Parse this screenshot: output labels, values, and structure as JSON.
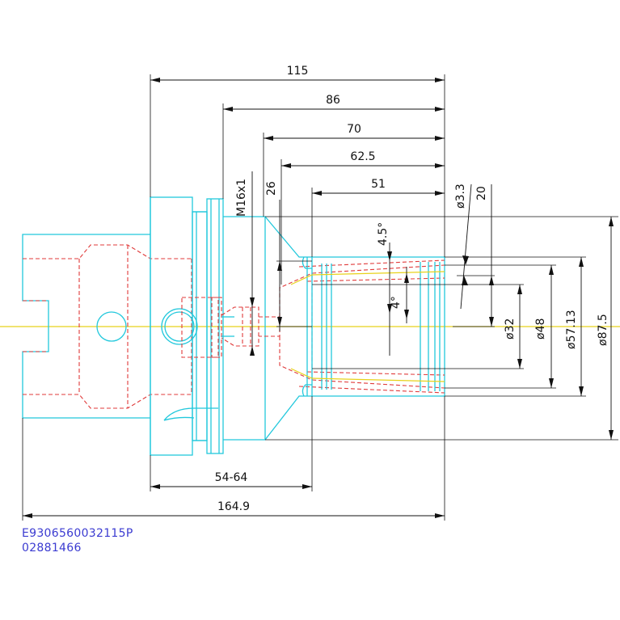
{
  "dimensions": {
    "overall_length_115": "115",
    "length_86": "86",
    "length_70": "70",
    "length_62_5": "62.5",
    "length_51": "51",
    "thread_m16": "M16x1",
    "length_26": "26",
    "dia_3_3": "ø3.3",
    "length_20": "20",
    "angle_4_5": "4.5°",
    "angle_4": "4°",
    "dia_32": "ø32",
    "dia_48": "ø48",
    "dia_57_13": "ø57.13",
    "dia_87_5": "ø87.5",
    "range_54_64": "54-64",
    "total_164_9": "164.9"
  },
  "part_codes": {
    "line1": "E9306560032115P",
    "line2": "02881466"
  },
  "colors": {
    "outline": "#22c8dc",
    "hidden": "#e03a3a",
    "centerline": "#e8d21a",
    "dimension": "#111111",
    "code_text": "#3b3bd1"
  }
}
